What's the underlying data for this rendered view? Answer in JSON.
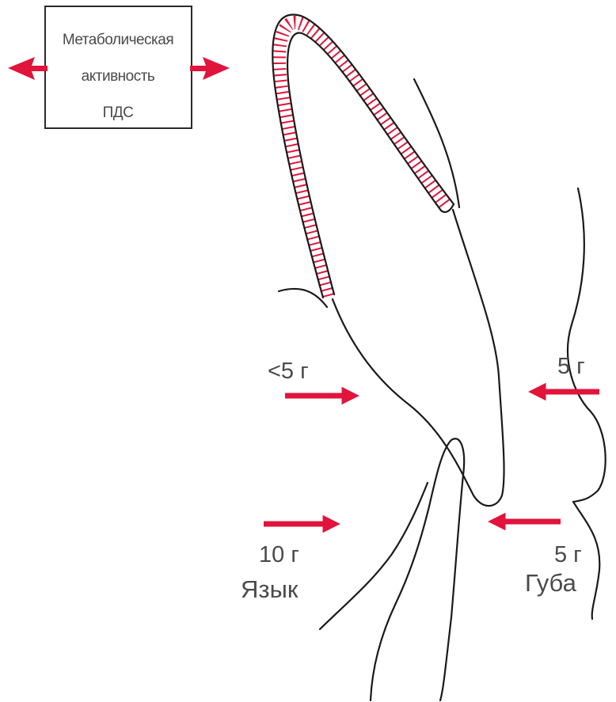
{
  "box": {
    "line1": "Метаболическая",
    "line2": "активность",
    "line3": "ПДС"
  },
  "forces": {
    "tongue_upper": "<5 г",
    "tongue_lower": "10 г",
    "lip_upper": "5 г",
    "lip_lower": "5 г"
  },
  "regions": {
    "tongue": "Язык",
    "lip": "Губа"
  },
  "colors": {
    "arrow": "#e1143c",
    "ligament": "#e1143c",
    "outline": "#1a1a1a",
    "text": "#4a4a4a"
  }
}
